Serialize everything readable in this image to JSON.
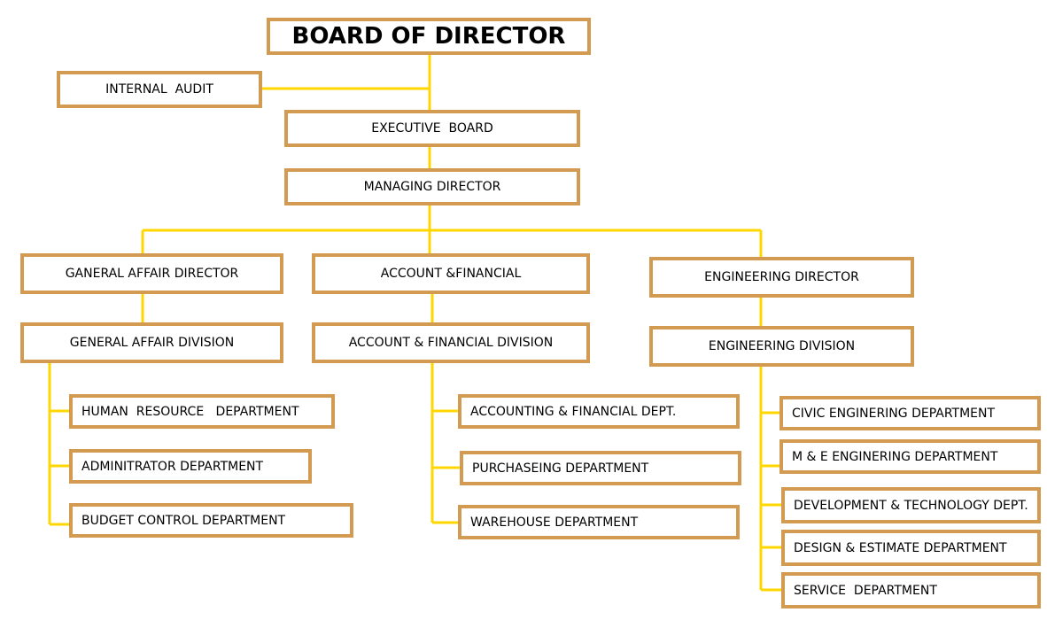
{
  "org_chart": {
    "board": "BOARD OF DIRECTOR",
    "internal_audit": "INTERNAL  AUDIT",
    "executive_board": "EXECUTIVE  BOARD",
    "managing_director": "MANAGING DIRECTOR",
    "general_affair": {
      "director": "GANERAL AFFAIR DIRECTOR",
      "division": "GENERAL AFFAIR DIVISION",
      "departments": [
        "HUMAN  RESOURCE   DEPARTMENT",
        "ADMINITRATOR DEPARTMENT",
        "BUDGET CONTROL DEPARTMENT"
      ]
    },
    "account_financial": {
      "director": "ACCOUNT &FINANCIAL",
      "division": "ACCOUNT & FINANCIAL DIVISION",
      "departments": [
        "ACCOUNTING & FINANCIAL DEPT.",
        "PURCHASEING DEPARTMENT",
        "WAREHOUSE DEPARTMENT"
      ]
    },
    "engineering": {
      "director": "ENGINEERING DIRECTOR",
      "division": "ENGINEERING DIVISION",
      "departments": [
        "CIVIC ENGINERING DEPARTMENT",
        "M & E ENGINERING DEPARTMENT",
        "DEVELOPMENT & TECHNOLOGY DEPT.",
        "DESIGN & ESTIMATE DEPARTMENT",
        "SERVICE  DEPARTMENT"
      ]
    },
    "colors": {
      "box_border": "#d39a52",
      "connector": "#ffd700"
    }
  }
}
